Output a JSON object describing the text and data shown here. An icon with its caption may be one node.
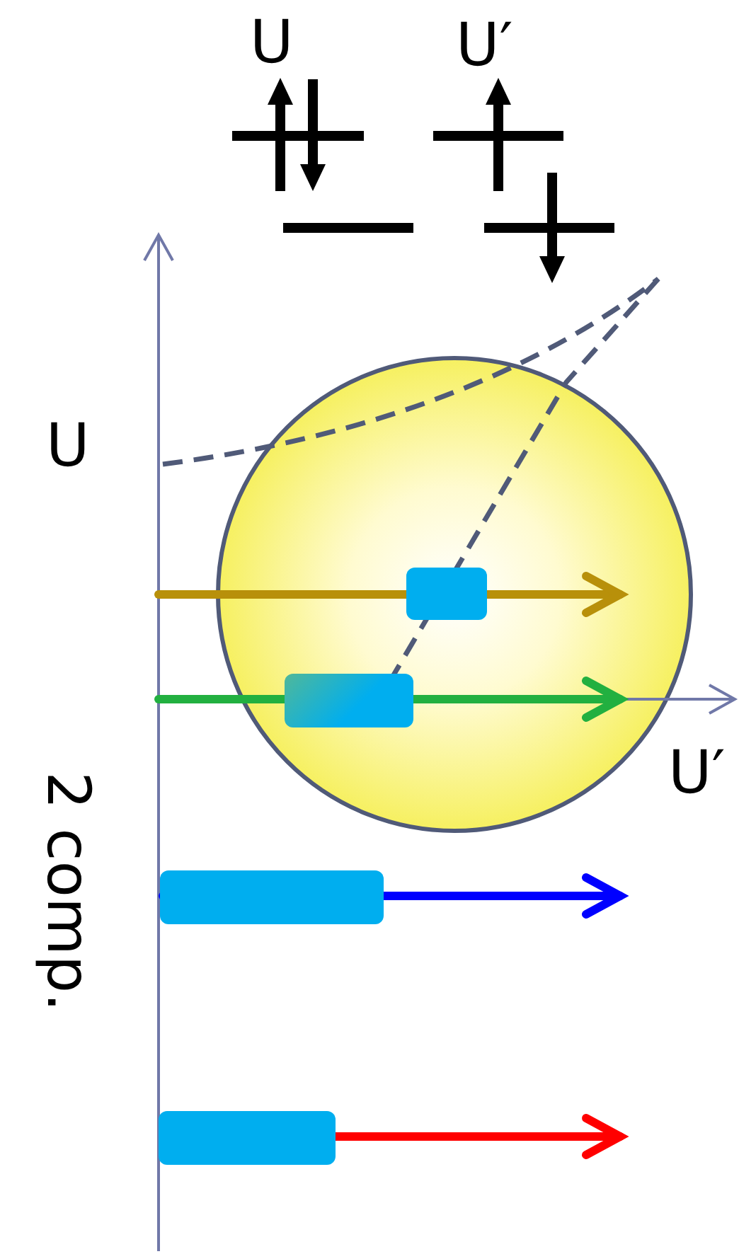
{
  "diagram": {
    "labels": [
      "U",
      "U′",
      "U",
      "U′",
      "2 comp."
    ]
  }
}
